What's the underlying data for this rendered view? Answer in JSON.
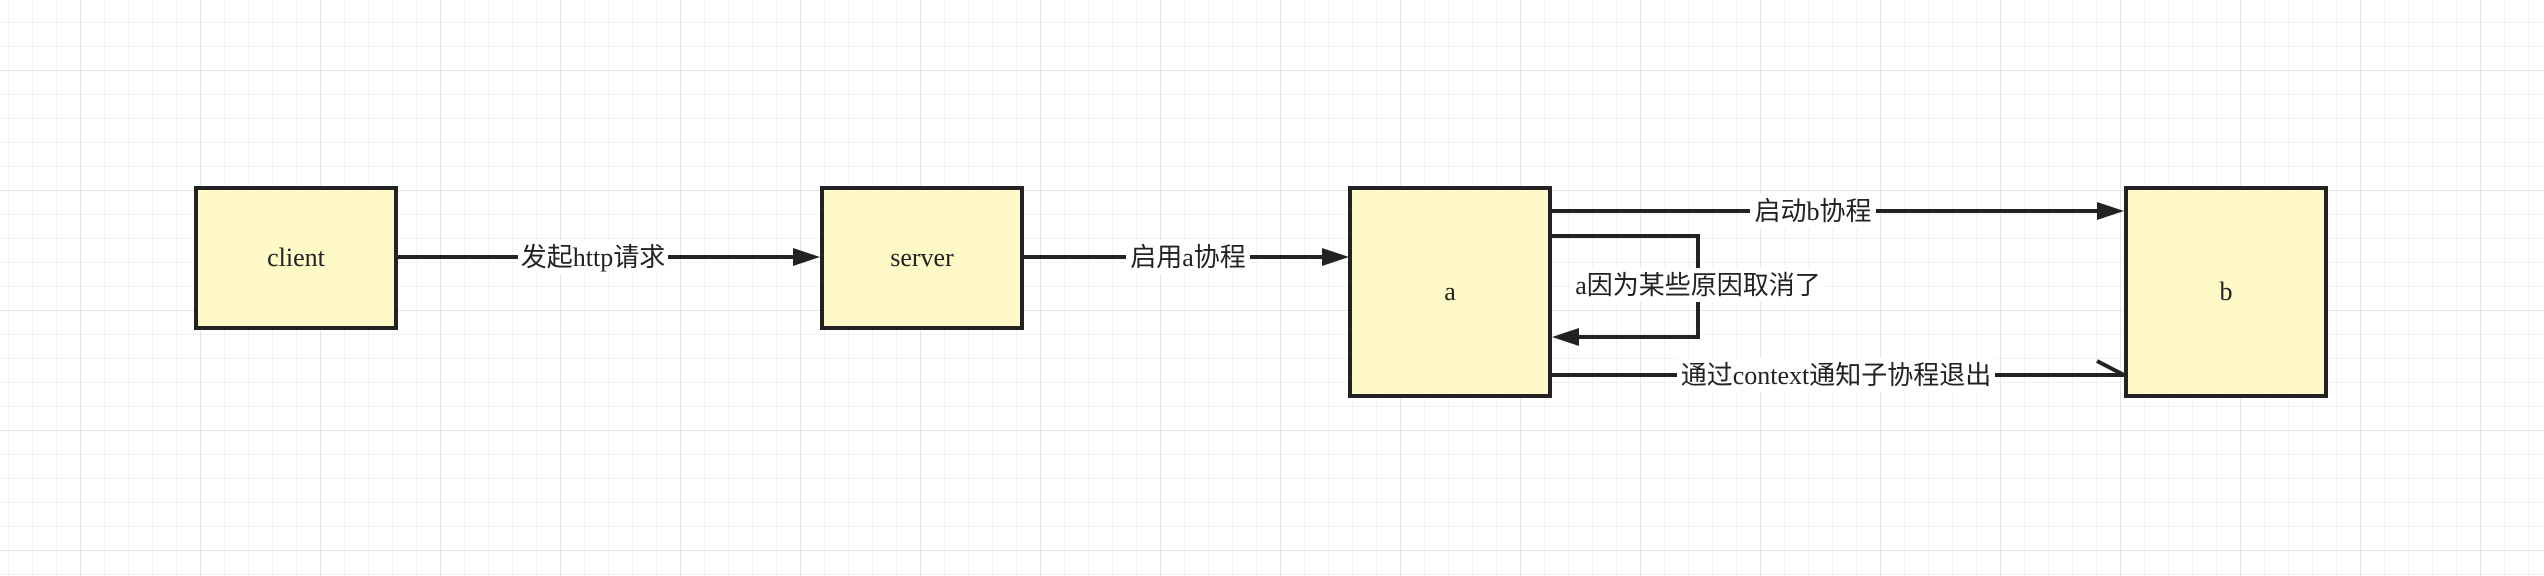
{
  "diagram": {
    "nodes": {
      "client": {
        "label": "client"
      },
      "server": {
        "label": "server"
      },
      "a": {
        "label": "a"
      },
      "b": {
        "label": "b"
      }
    },
    "edges": {
      "client_server": {
        "label": "发起http请求"
      },
      "server_a": {
        "label": "启用a协程"
      },
      "a_b": {
        "label": "启动b协程"
      },
      "a_self": {
        "label": "a因为某些原因取消了"
      },
      "a_b_notify": {
        "label": "通过context通知子协程退出"
      }
    },
    "colors": {
      "node_fill": "#fff9c7",
      "stroke": "#222222",
      "grid": "#e4e4e4"
    }
  }
}
